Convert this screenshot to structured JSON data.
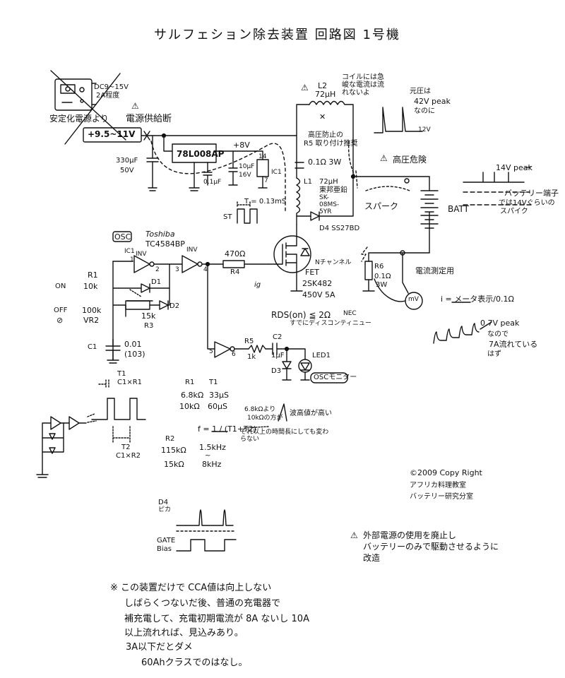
{
  "title": "サルフェション除去装置 回路図 1号機",
  "supply": {
    "adapter_note_1": "DC9~15V",
    "adapter_note_2": "2A程度",
    "adapter_label": "安定化電源より",
    "cutoff_label": "電源供給断",
    "voltage_box": "+9.5~11V",
    "cap_value": "330μF",
    "cap_voltage": "50V"
  },
  "regulator": {
    "part": "78L008AP",
    "output": "+8V",
    "cap": "0.1μF",
    "cap2": "10μF",
    "cap2_v": "16V",
    "ic_label": "IC1",
    "pin14": "14",
    "pin7": "7"
  },
  "coil_section": {
    "l2": "L2",
    "l2_value": "72μH",
    "coil_note": "コイルには急峻な電流は流れないよ",
    "r5_note_1": "高圧防止の",
    "r5_note_2": "R5 取り付け推奨",
    "r_sense": "0.1Ω 3W",
    "l1": "L1",
    "l1_value": "72μH",
    "l1_maker": "東邦亜鉛",
    "l1_part": "SK-08MS-5YR",
    "danger": "高圧危険",
    "spark": "スパーク",
    "d4": "D4 SS27BD"
  },
  "waveform_top": {
    "label_1": "元圧は",
    "label_2": "42V peak",
    "label_3": "なのに",
    "label_4": "12V"
  },
  "battery": {
    "peak": "14V peak",
    "terminal_label": "バッテリー端子",
    "terminal_note": "では14Vぐらいの",
    "spike": "スパイク",
    "label": "BATT"
  },
  "osc": {
    "box": "OSC",
    "maker": "Toshiba",
    "ic": "TC4584BP",
    "ic1": "IC1",
    "inv1": "INV",
    "inv2": "INV",
    "pin1": "1",
    "pin2": "2",
    "pin3": "3",
    "pin4": "4",
    "pin5": "5",
    "pin6": "6",
    "r1": "R1",
    "r1_value": "10k",
    "on": "ON",
    "off": "OFF",
    "vr2_value": "100k",
    "vr2": "VR2",
    "r3_value": "15k",
    "r3": "R3",
    "d1": "D1",
    "d2": "D2",
    "c1": "C1",
    "c1_value": "0.01",
    "c1_code": "(103)"
  },
  "driver": {
    "r4_value": "470Ω",
    "r4": "R4",
    "ig": "ig",
    "fet": "FET",
    "fet_type": "Nチャンネル",
    "fet_part": "2SK482",
    "fet_rating": "450V 5A",
    "rds": "RDS(on) ≦ 2Ω",
    "rds_maker": "NEC",
    "rds_note": "すでにディスコンティニュー",
    "t_label": "T = 0.13mS",
    "st_label": "ST"
  },
  "sense": {
    "r6": "R6",
    "r6_value": "0.1Ω",
    "r6_w": "3W",
    "meter": "mV",
    "meter_note": "電流測定用",
    "formula": "i = メータ表示/0.1Ω",
    "peak": "0.7V peak",
    "peak_note_1": "なので",
    "peak_note_2": "7A流れている",
    "peak_note_3": "はず"
  },
  "monitor": {
    "r5": "R5",
    "r5_value": "1k",
    "c2": "C2",
    "c2_value": "1μF",
    "d3": "D3",
    "led": "LED1",
    "box": "OSCモニター"
  },
  "timing": {
    "t1": "T1",
    "t1_eq": "C1×R1",
    "t2": "T2",
    "t2_eq": "C1×R2",
    "table_r1": "R1",
    "table_t1": "T1",
    "row1_r": "6.8kΩ",
    "row1_t": "33μS",
    "row2_r": "10kΩ",
    "row2_t": "60μS",
    "table_r2": "R2",
    "row3_r": "115kΩ",
    "row3_f": "1.5kHz",
    "row4_r": "15kΩ",
    "row4_f": "8kHz",
    "tilde": "~",
    "freq_formula": "f = 1 / (T1+T2)",
    "note_1": "6.8kΩより",
    "note_2": "10kΩの方が",
    "note_3": "波高値が高い",
    "note_4": "それ以上の時間長にしても変わらない"
  },
  "wave_bottom": {
    "d4": "D4",
    "d4_sub": "ピカ",
    "gate": "GATE",
    "bias": "Bias"
  },
  "copyright": {
    "line1": "©2009 Copy Right",
    "line2": "アフリカ料理教室",
    "line3": "バッテリー研究分室"
  },
  "warning": {
    "line1": "外部電源の使用を廃止し",
    "line2": "バッテリーのみで駆動させるように",
    "line3": "改造"
  },
  "footnote": {
    "line1": "※ この装置だけで CCA値は向上しない",
    "line2": "しばらくつないだ後、普通の充電器で",
    "line3": "補充電して、充電初期電流が 8A ないし 10A",
    "line4": "以上流れれば、見込みあり。",
    "line5": "3A以下だとダメ",
    "line6": "60Ahクラスでのはなし。"
  }
}
